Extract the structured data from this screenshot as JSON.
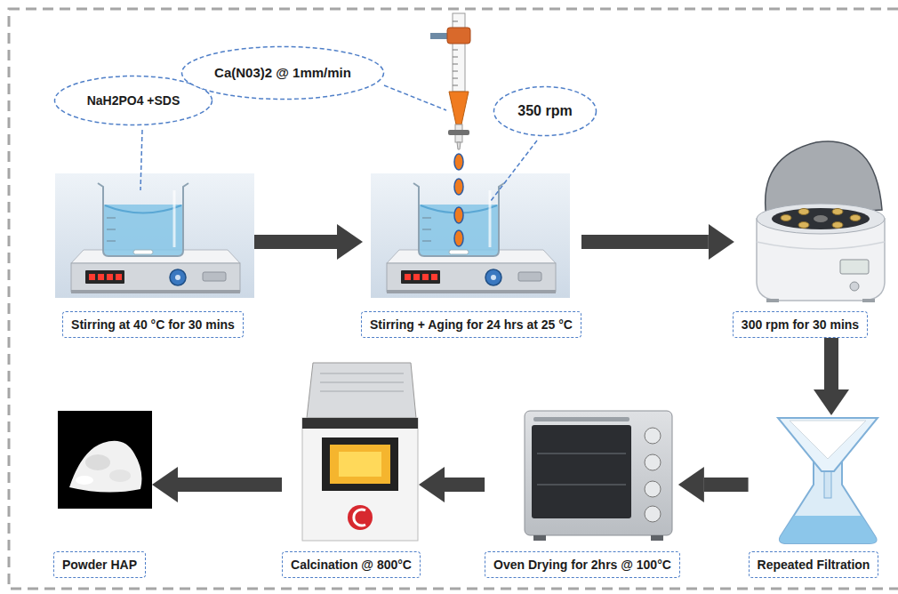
{
  "diagram": {
    "nodes": [
      {
        "text": [
          "NaH2PO4 +SDS"
        ]
      },
      {
        "text": [
          "Ca(N03)2 @ 1mm/min"
        ]
      },
      {
        "text": [
          "350 rpm"
        ]
      },
      {
        "text": [
          "Stirring at 40 °C for 30 mins"
        ]
      },
      {
        "text": [
          "Stirring + Aging for 24 hrs at 25 °C"
        ]
      },
      {
        "text": [
          "300 rpm for 30 mins"
        ]
      },
      {
        "text": [
          "Repeated Filtration"
        ]
      },
      {
        "text": [
          "Oven Drying for 2hrs @ 100°C"
        ]
      },
      {
        "text": [
          "Calcination @ 800°C"
        ]
      },
      {
        "text": [
          "Powder HAP"
        ]
      }
    ],
    "edges": [
      {
        "from": 3,
        "to": 4,
        "arrow": "to"
      },
      {
        "from": 4,
        "to": 5,
        "arrow": "to"
      },
      {
        "from": 5,
        "to": 6,
        "arrow": "to"
      },
      {
        "from": 6,
        "to": 7,
        "arrow": "to"
      },
      {
        "from": 7,
        "to": 8,
        "arrow": "to"
      },
      {
        "from": 8,
        "to": 9,
        "arrow": "to"
      }
    ]
  }
}
